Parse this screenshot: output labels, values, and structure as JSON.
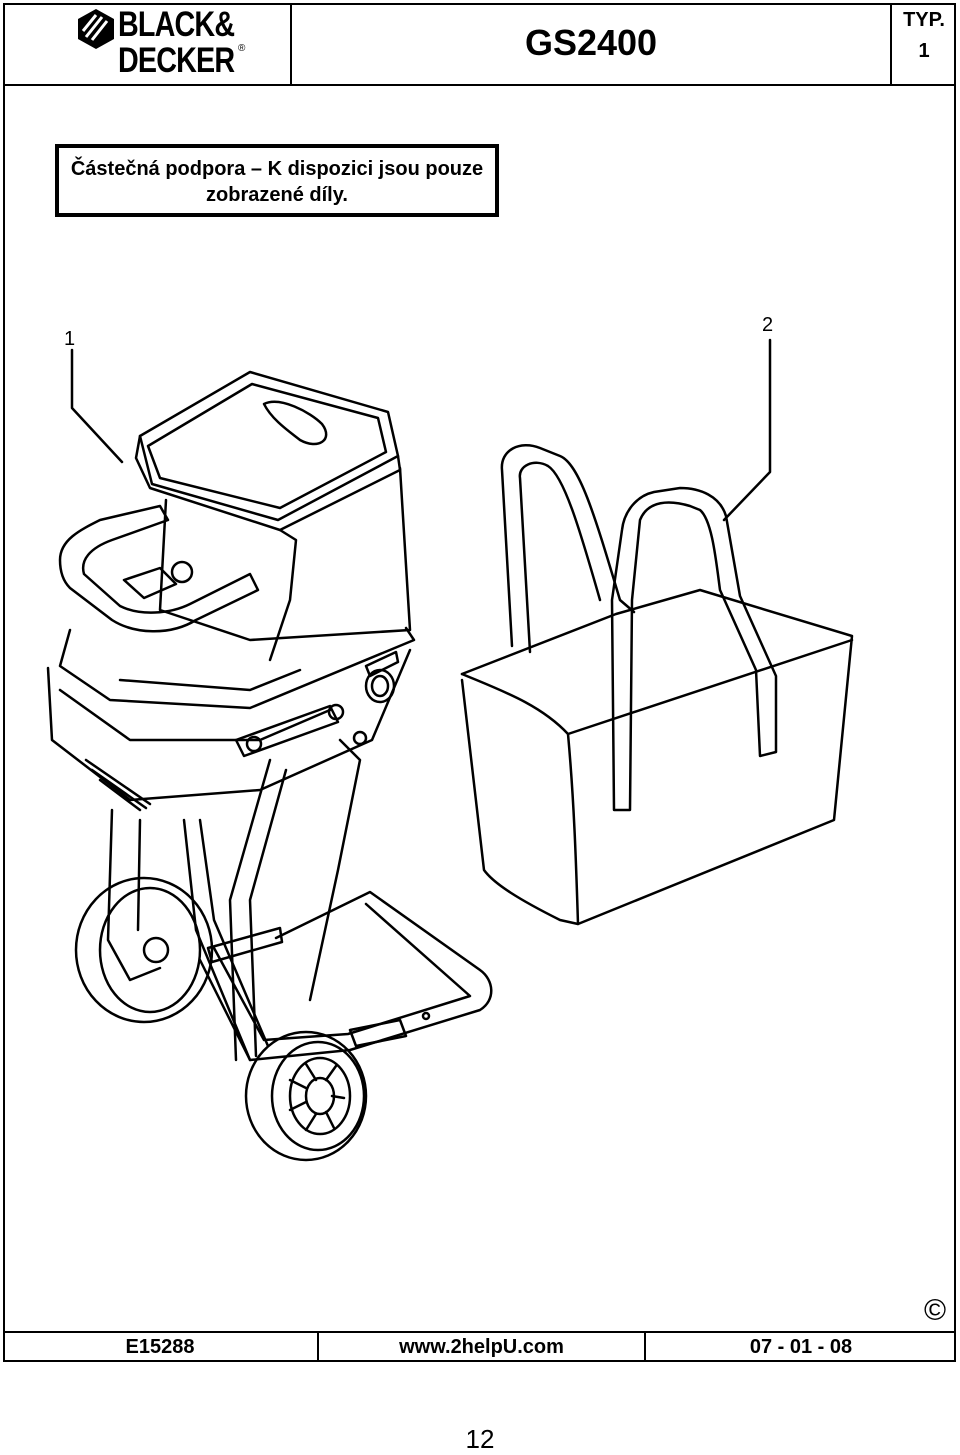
{
  "header": {
    "brand_line1": "BLACK&",
    "brand_line2": "DECKER",
    "brand_reg": "®",
    "model": "GS2400",
    "type_label": "TYP.",
    "type_number": "1"
  },
  "notice": {
    "line1": "Částečná podpora – K dispozici jsou pouze",
    "line2": "zobrazené díly."
  },
  "callouts": [
    "1",
    "2"
  ],
  "footer": {
    "code": "E15288",
    "website": "www.2helpU.com",
    "date": "07 - 01 - 08",
    "copyright": "©"
  },
  "page_number": "12"
}
